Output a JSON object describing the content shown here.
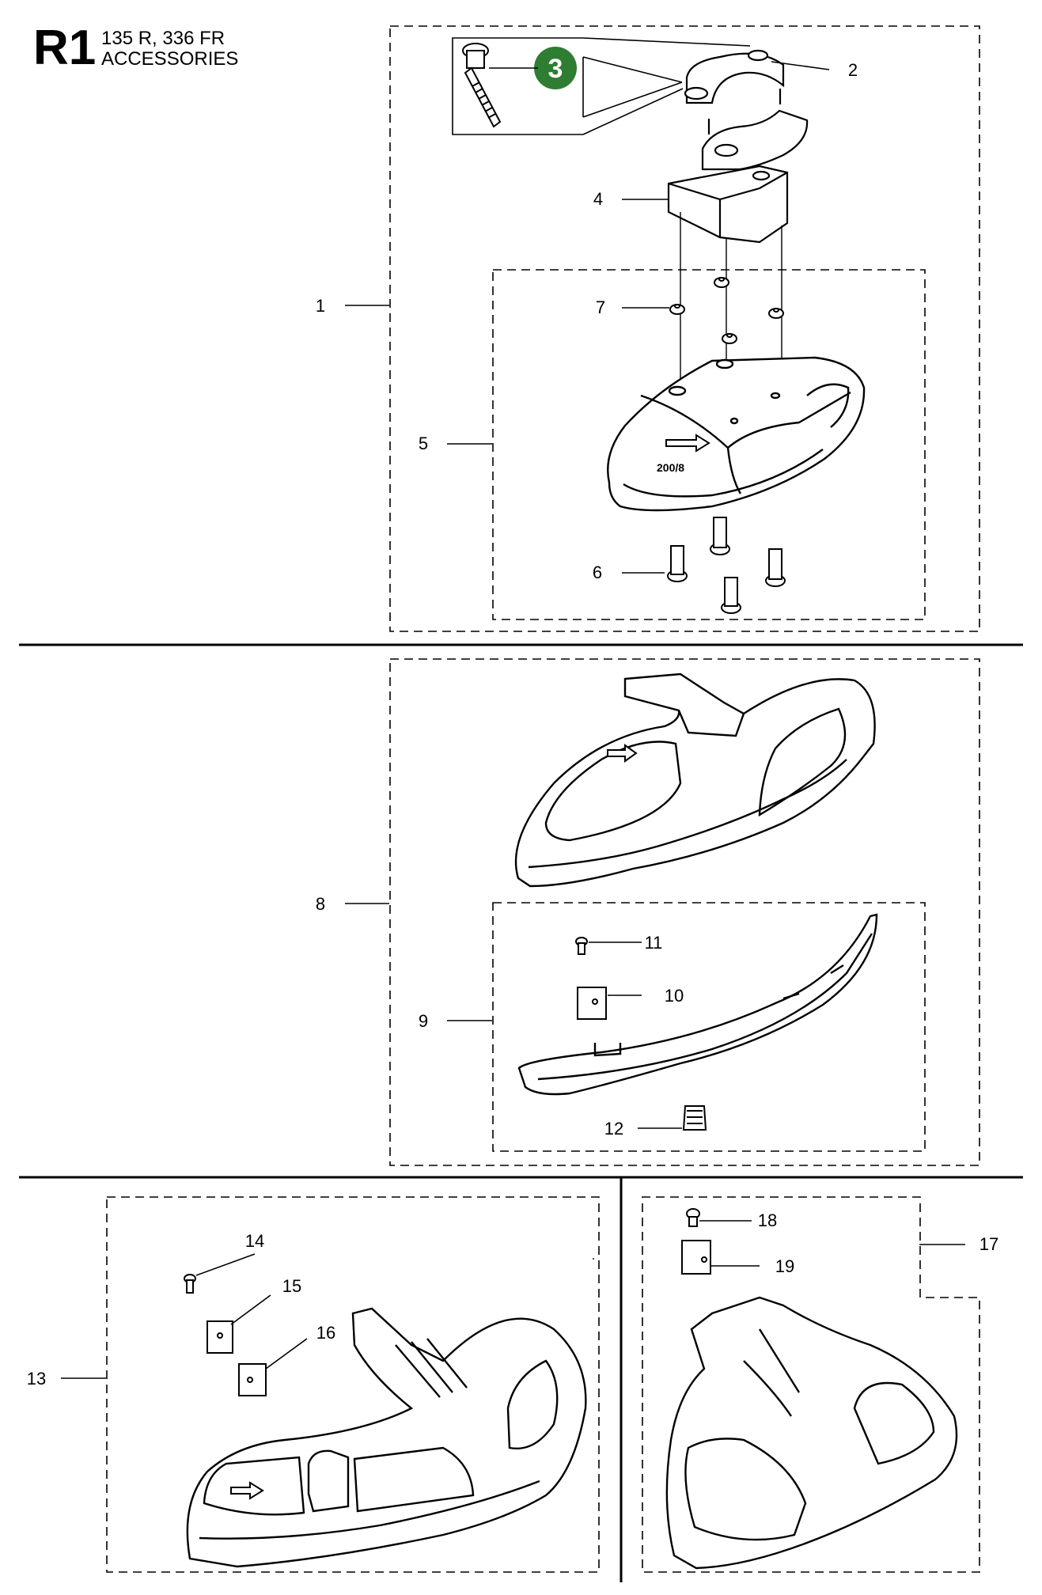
{
  "header": {
    "section_code": "R1",
    "models": "135 R, 336 FR",
    "title": "ACCESSORIES"
  },
  "torque_badge": {
    "label": "3",
    "color": "#2e7d32"
  },
  "callouts": [
    "1",
    "2",
    "4",
    "5",
    "6",
    "7",
    "8",
    "9",
    "10",
    "11",
    "12",
    "13",
    "14",
    "15",
    "16",
    "17",
    "18",
    "19"
  ],
  "diagram_text": {
    "trimmer_guard_size": "200/8"
  }
}
